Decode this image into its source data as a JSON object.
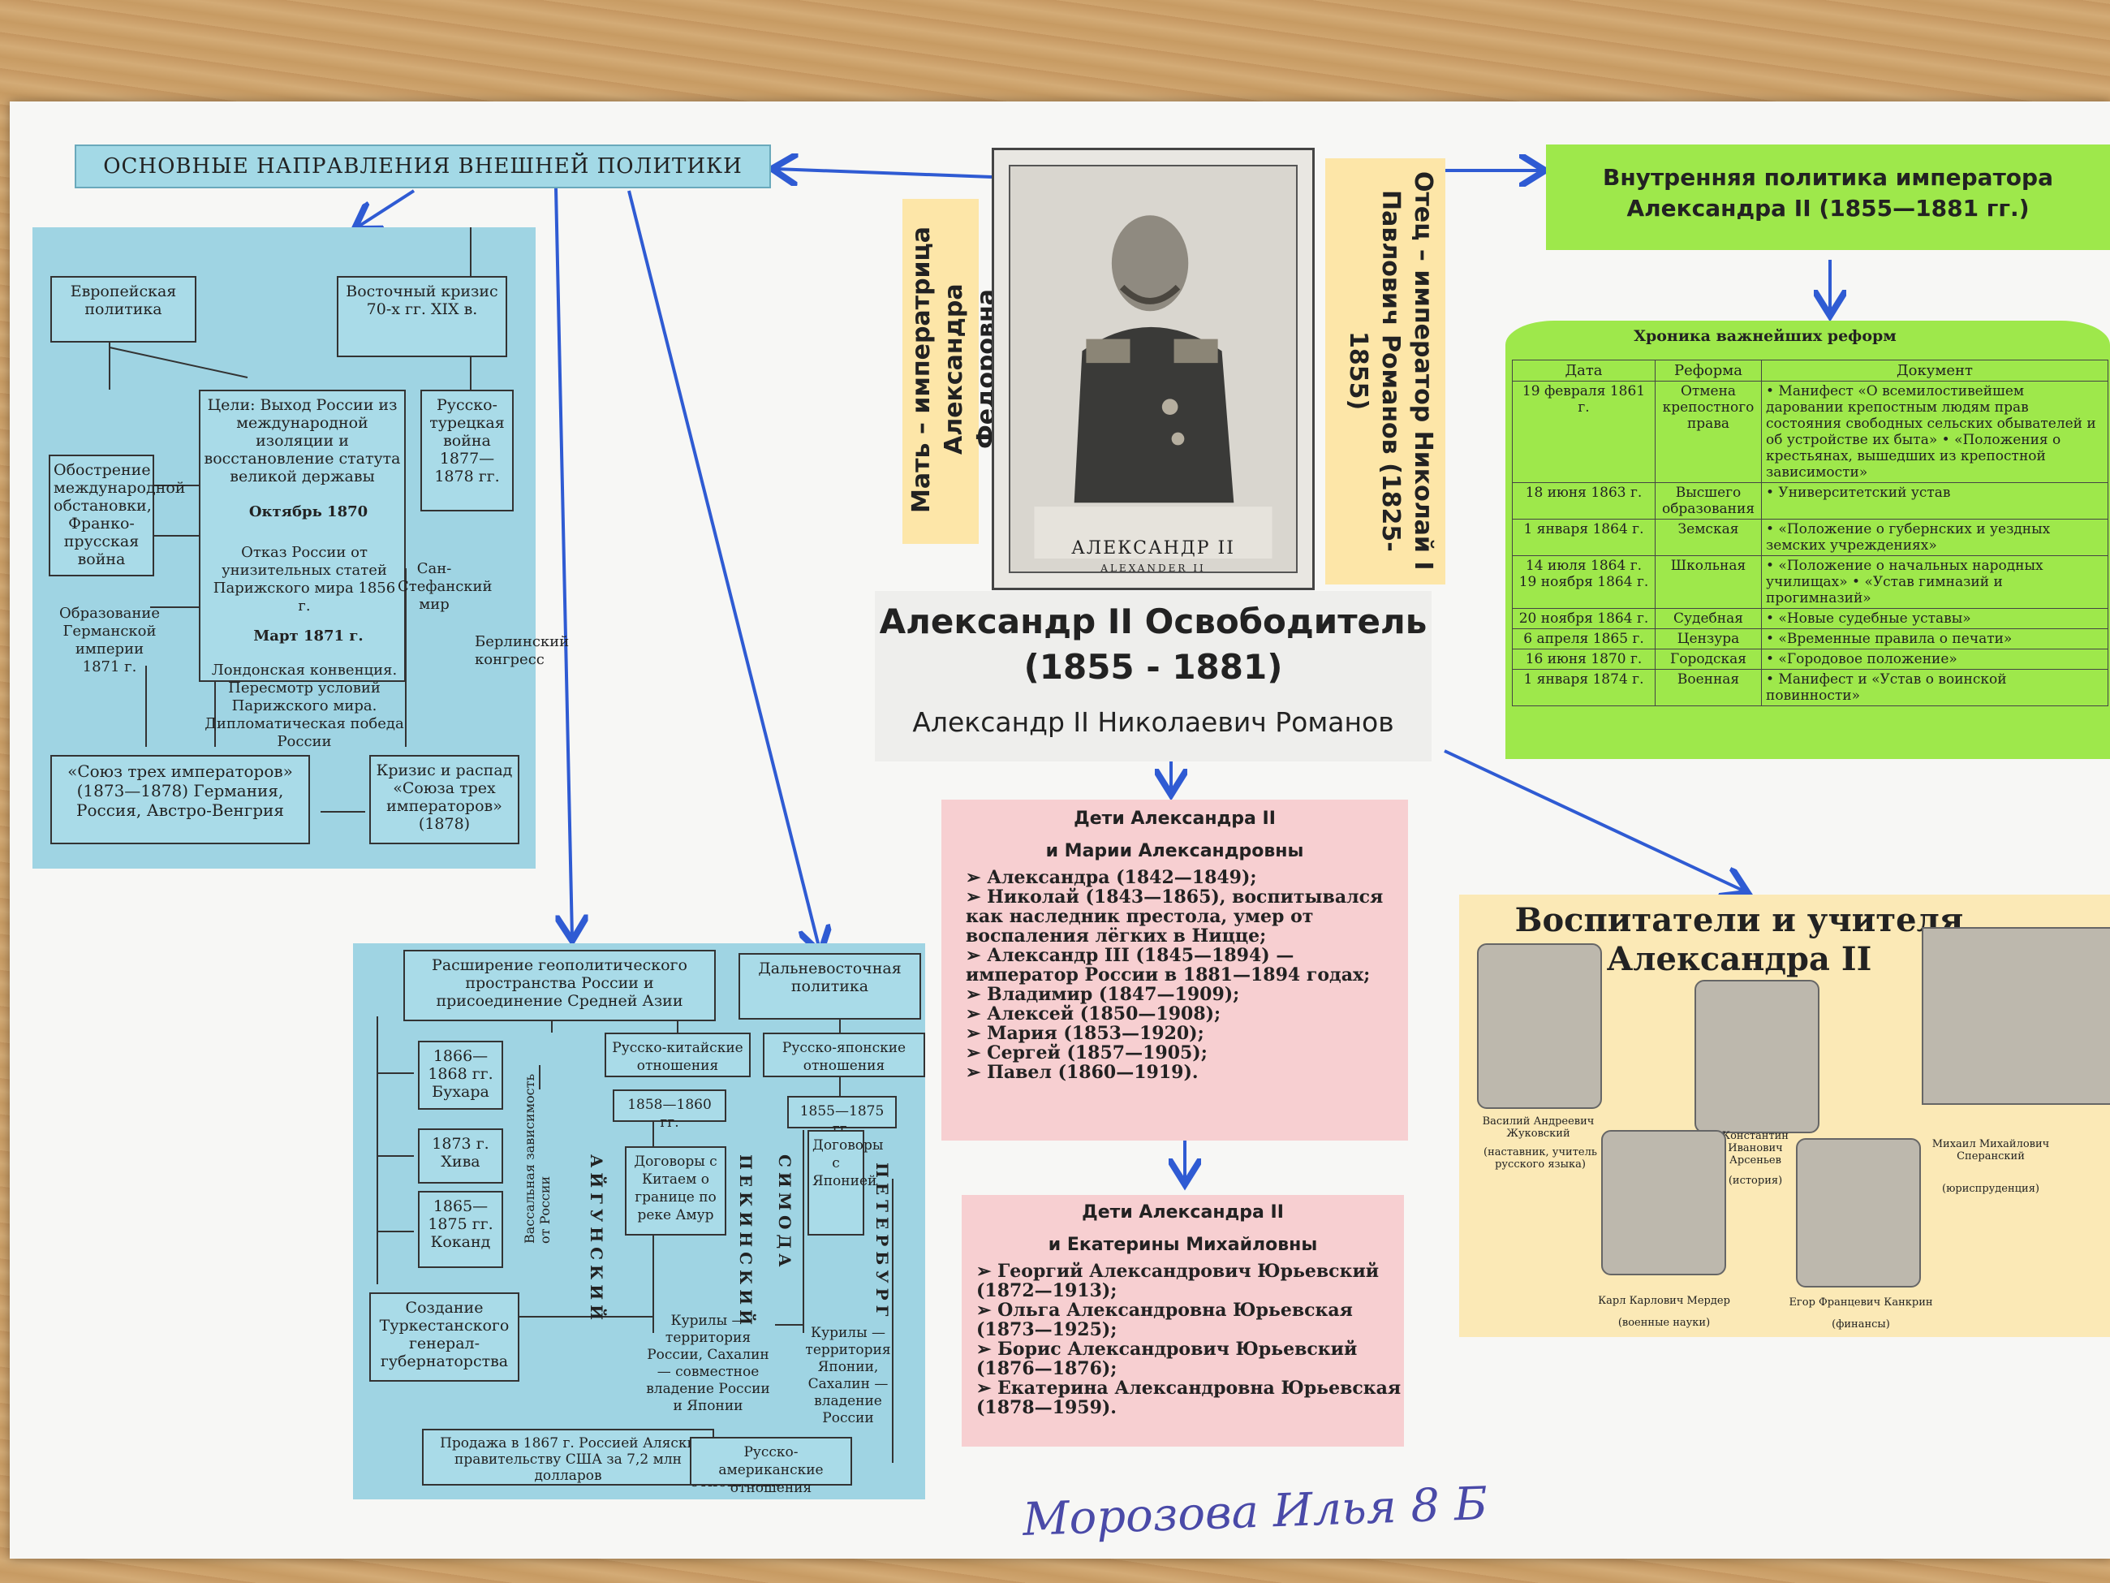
{
  "foreign_policy": {
    "header": "ОСНОВНЫЕ НАПРАВЛЕНИЯ ВНЕШНЕЙ ПОЛИТИКИ",
    "european": "Европейская политика",
    "eastern_crisis": "Восточный кризис 70-х гг. XIX в.",
    "goals": "Цели: Выход России из международной изоляции и восстановление статута великой державы",
    "aggravation": "Обострение международной обстановки, Франко-прусская война",
    "october_1870": "Октябрь 1870",
    "refusal": "Отказ России от унизительных статей Парижского мира 1856 г.",
    "german_empire": "Образование Германской империи 1871 г.",
    "march_1871": "Март 1871 г.",
    "london_convention": "Лондонская конвенция. Пересмотр условий Парижского мира. Дипломатическая победа России",
    "russo_turkish": "Русско-турецкая война 1877—1878 гг.",
    "san_stefano": "Сан-Стефанский мир",
    "berlin": "Берлинский конгресс",
    "three_emperors": "«Союз трех императоров» (1873—1878) Германия, Россия, Австро-Венгрия",
    "crisis": "Кризис и распад «Союза трех императоров» (1878)"
  },
  "asia": {
    "geopolitics": "Расширение геополитического пространства России и присоединение Средней Азии",
    "far_east": "Дальневосточная политика",
    "bukhara": "1866—1868 гг. Бухара",
    "khiva": "1873 г. Хива",
    "kokand": "1865—1875 гг. Коканд",
    "vassal": "Вассальная зависимость от России",
    "turkestan": "Создание Туркестанского генерал-губернаторства",
    "russo_chinese": "Русско-китайские отношения",
    "years_1858": "1858—1860 гг.",
    "amur_treaties": "Договоры с Китаем о границе по реке Амур",
    "aigun": "АЙГУНСКИЙ",
    "peking": "ПЕКИНСКИЙ",
    "russo_japanese": "Русско-японские отношения",
    "years_1855": "1855—1875 гг.",
    "japan_treaties": "Договоры с Японией",
    "shimoda": "СИМОДА",
    "petersburg": "ПЕТЕРБУРГ",
    "kurils_shared": "Курилы — территория России, Сахалин — совместное владение России и Японии",
    "kurils_japan": "Курилы — территория Японии, Сахалин — владение России",
    "alaska": "Продажа в 1867 г. Россией Аляски правительству США за 7,2 млн долларов",
    "russo_american": "Русско-американские отношения"
  },
  "center": {
    "mother": "Мать – императрица Александра Федоровна",
    "father": "Отец – император Николай I Павлович Романов (1825-1855)",
    "portrait_caption": "АЛЕКСАНДР II",
    "portrait_caption_latin": "ALEXANDER II",
    "title_line1": "Александр II Освободитель",
    "title_line2": "(1855 - 1881)",
    "subtitle": "Александр II Николаевич Романов"
  },
  "domestic": {
    "header": "Внутренняя политика императора Александра II (1855—1881 гг.)",
    "table_title": "Хроника важнейших реформ",
    "columns": [
      "Дата",
      "Реформа",
      "Документ"
    ],
    "rows": [
      {
        "date": "19 февраля 1861 г.",
        "reform": "Отмена крепостного права",
        "doc": "• Манифест «О всемилостивейшем даровании крепостным людям прав состояния свободных сельских обывателей и об устройстве их быта» • «Положения о крестьянах, вышедших из крепостной зависимости»"
      },
      {
        "date": "18 июня 1863 г.",
        "reform": "Высшего образования",
        "doc": "• Университетский устав"
      },
      {
        "date": "1 января 1864 г.",
        "reform": "Земская",
        "doc": "• «Положение о губернских и уездных земских учреждениях»"
      },
      {
        "date": "14 июля 1864 г. 19 ноября 1864 г.",
        "reform": "Школьная",
        "doc": "• «Положение о начальных народных училищах» • «Устав гимназий и прогимназий»"
      },
      {
        "date": "20 ноября 1864 г.",
        "reform": "Судебная",
        "doc": "• «Новые судебные уставы»"
      },
      {
        "date": "6 апреля 1865 г.",
        "reform": "Цензура",
        "doc": "• «Временные правила о печати»"
      },
      {
        "date": "16 июня 1870 г.",
        "reform": "Городская",
        "doc": "• «Городовое положение»"
      },
      {
        "date": "1 января 1874 г.",
        "reform": "Военная",
        "doc": "• Манифест и «Устав о воинской повинности»"
      }
    ]
  },
  "children1": {
    "title_line1": "Дети Александра II",
    "title_line2": "и Марии Александровны",
    "items": [
      "➢ Александра (1842—1849);",
      "➢ Николай (1843—1865), воспитывался как наследник престола, умер от воспаления лёгких в Ницце;",
      "➢ Александр III (1845—1894) — император России в 1881—1894 годах;",
      "➢ Владимир (1847—1909);",
      "➢ Алексей (1850—1908);",
      "➢ Мария (1853—1920);",
      "➢ Сергей (1857—1905);",
      "➢ Павел (1860—1919)."
    ]
  },
  "children2": {
    "title_line1": "Дети Александра II",
    "title_line2": "и Екатерины Михайловны",
    "items": [
      "➢ Георгий Александрович Юрьевский (1872—1913);",
      "➢ Ольга Александровна Юрьевская (1873—1925);",
      "➢ Борис Александрович Юрьевский (1876—1876);",
      "➢ Екатерина Александровна Юрьевская (1878—1959)."
    ]
  },
  "teachers": {
    "title_line1": "Воспитатели и учителя",
    "title_line2": "Александра II",
    "people": [
      {
        "name": "Василий Андреевич Жуковский",
        "role": "(наставник, учитель русского языка)"
      },
      {
        "name": "Константин Иванович Арсеньев",
        "role": "(история)"
      },
      {
        "name": "Михаил Михайлович Сперанский",
        "role": "(юриспруденция)"
      },
      {
        "name": "Карл Карлович Мердер",
        "role": "(военные науки)"
      },
      {
        "name": "Егор Францевич Канкрин",
        "role": "(финансы)"
      }
    ]
  },
  "signature": "Морозова Илья 8 Б"
}
